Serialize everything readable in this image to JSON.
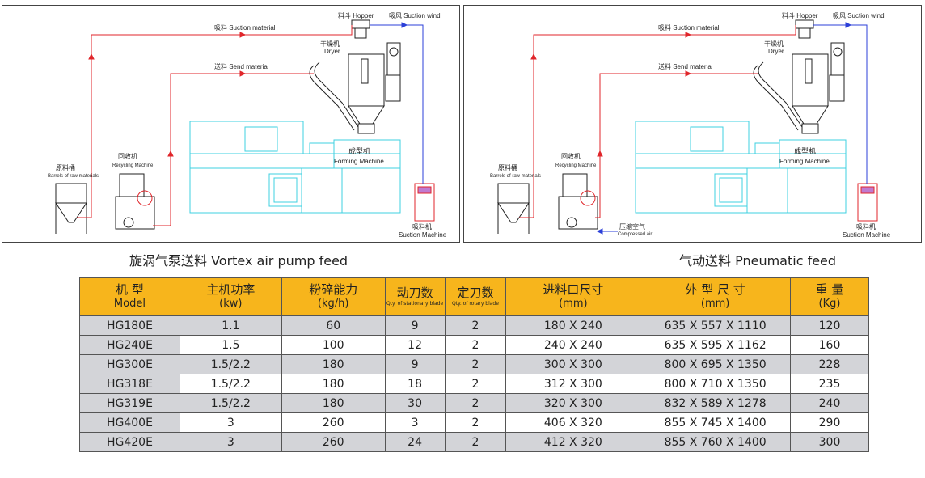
{
  "diagrams": [
    {
      "labels": {
        "suction_material": "吸料 Suction material",
        "send_material": "送料 Send material",
        "hopper": "料斗 Hopper",
        "suction_wind": "吸风 Suction wind",
        "dryer_zh": "干燥机",
        "dryer_en": "Dryer",
        "forming_zh": "成型机",
        "forming_en": "Forming Machine",
        "recycling_zh": "回收机",
        "recycling_en": "Recycling Machine",
        "barrels_zh": "原料桶",
        "barrels_en": "Barrels of raw materials",
        "suction_machine_zh": "吸料机",
        "suction_machine_en": "Suction Machine"
      },
      "caption": "旋涡气泵送料 Vortex air pump feed"
    },
    {
      "labels": {
        "suction_material": "吸料 Suction material",
        "send_material": "送料 Send material",
        "hopper": "料斗 Hopper",
        "suction_wind": "吸风 Suction wind",
        "dryer_zh": "干燥机",
        "dryer_en": "Dryer",
        "forming_zh": "成型机",
        "forming_en": "Forming Machine",
        "recycling_zh": "回收机",
        "recycling_en": "Recycling Machine",
        "barrels_zh": "原料桶",
        "barrels_en": "Barrels of raw materials",
        "compressed_zh": "压缩空气",
        "compressed_en": "Compressed air",
        "suction_machine_zh": "吸料机",
        "suction_machine_en": "Suction Machine"
      },
      "caption": "气动送料 Pneumatic feed"
    }
  ],
  "colors": {
    "material_line": "#e0262b",
    "wind_line": "#2b3fd8",
    "machine_outline": "#3fd0e0",
    "header_bg": "#f7b51c"
  },
  "table": {
    "headers": [
      {
        "zh": "机 型",
        "en": "Model"
      },
      {
        "zh": "主机功率",
        "en": "(kw)"
      },
      {
        "zh": "粉碎能力",
        "en": "(kg/h)"
      },
      {
        "zh": "动刀数",
        "tiny": "Qty. of stationary blade"
      },
      {
        "zh": "定刀数",
        "tiny": "Qty. of rotary blade"
      },
      {
        "zh": "进料口尺寸",
        "en": "(mm)"
      },
      {
        "zh": "外 型 尺 寸",
        "en": "(mm)"
      },
      {
        "zh": "重 量",
        "en": "(Kg)"
      }
    ],
    "rows": [
      [
        "HG180E",
        "1.1",
        "60",
        "9",
        "2",
        "180 X 240",
        "635 X 557 X 1110",
        "120"
      ],
      [
        "HG240E",
        "1.5",
        "100",
        "12",
        "2",
        "240 X 240",
        "635 X 595 X 1162",
        "160"
      ],
      [
        "HG300E",
        "1.5/2.2",
        "180",
        "9",
        "2",
        "300 X 300",
        "800 X 695 X 1350",
        "228"
      ],
      [
        "HG318E",
        "1.5/2.2",
        "180",
        "18",
        "2",
        "312 X 300",
        "800 X 710 X 1350",
        "235"
      ],
      [
        "HG319E",
        "1.5/2.2",
        "180",
        "30",
        "2",
        "320 X 300",
        "832 X 589 X 1278",
        "240"
      ],
      [
        "HG400E",
        "3",
        "260",
        "3",
        "2",
        "406 X 320",
        "855 X 745 X 1400",
        "290"
      ],
      [
        "HG420E",
        "3",
        "260",
        "24",
        "2",
        "412 X 320",
        "855 X 760 X 1400",
        "300"
      ]
    ]
  }
}
